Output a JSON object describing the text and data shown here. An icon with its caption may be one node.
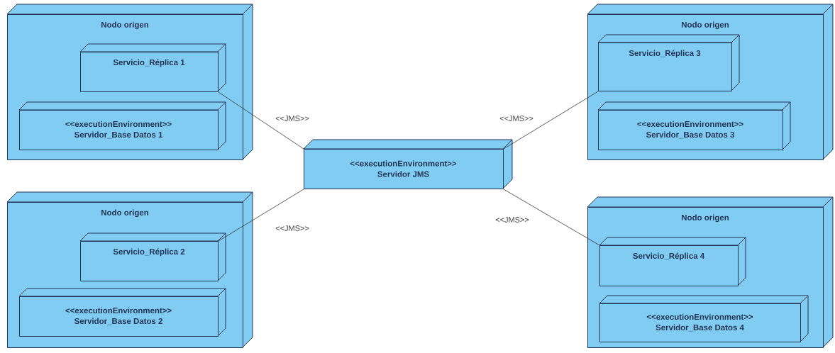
{
  "diagram": {
    "nodes": [
      {
        "text": [
          "Nodo origen"
        ]
      },
      {
        "text": [
          "Servicio_Réplica 1"
        ],
        "in": 0
      },
      {
        "text": [
          "<<executionEnvironment>>",
          "Servidor_Base Datos 1"
        ],
        "in": 0
      },
      {
        "text": [
          "Nodo origen"
        ]
      },
      {
        "text": [
          "Servicio_Réplica 3"
        ],
        "in": 3
      },
      {
        "text": [
          "<<executionEnvironment>>",
          "Servidor_Base Datos 3"
        ],
        "in": 3
      },
      {
        "text": [
          "<<executionEnvironment>>",
          "Servidor JMS"
        ]
      },
      {
        "text": [
          "Nodo origen"
        ]
      },
      {
        "text": [
          "Servicio_Réplica 2"
        ],
        "in": 7
      },
      {
        "text": [
          "<<executionEnvironment>>",
          "Servidor_Base Datos 2"
        ],
        "in": 7
      },
      {
        "text": [
          "Nodo origen"
        ]
      },
      {
        "text": [
          "Servicio_Réplica 4"
        ],
        "in": 10
      },
      {
        "text": [
          "<<executionEnvironment>>",
          "Servidor_Base Datos 4"
        ],
        "in": 10
      }
    ],
    "edges": [
      {
        "from": 1,
        "to": 6,
        "arrow": "none",
        "label": "<<JMS>>"
      },
      {
        "from": 4,
        "to": 6,
        "arrow": "none",
        "label": "<<JMS>>"
      },
      {
        "from": 8,
        "to": 6,
        "arrow": "none",
        "label": "<<JMS>>"
      },
      {
        "from": 11,
        "to": 6,
        "arrow": "none",
        "label": "<<JMS>>"
      }
    ]
  }
}
